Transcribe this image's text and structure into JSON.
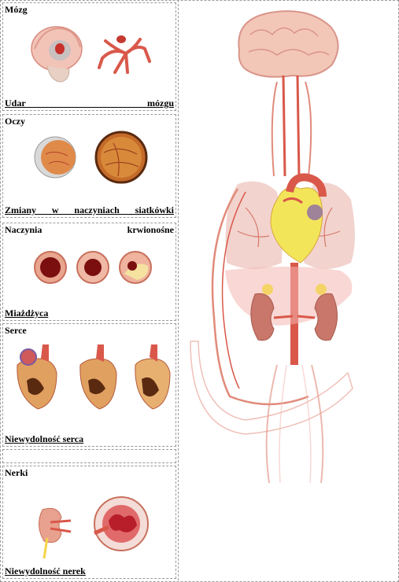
{
  "sections": [
    {
      "title": "Mózg",
      "caption": "Udar mózgu"
    },
    {
      "title": "Oczy",
      "caption": "Zmiany w naczyniach siatkówki"
    },
    {
      "title": "Naczynia krwionośne",
      "caption": "Miażdżyca"
    },
    {
      "title": "Serce",
      "caption": "Niewydolność serca"
    },
    {
      "title": "",
      "caption": ""
    },
    {
      "title": "Nerki",
      "caption": "Niewydolność nerek"
    }
  ],
  "colors": {
    "artery": "#d9584a",
    "tissue": "#f2b7a8",
    "fat": "#f3d34a",
    "border": "#9a9a9a"
  }
}
